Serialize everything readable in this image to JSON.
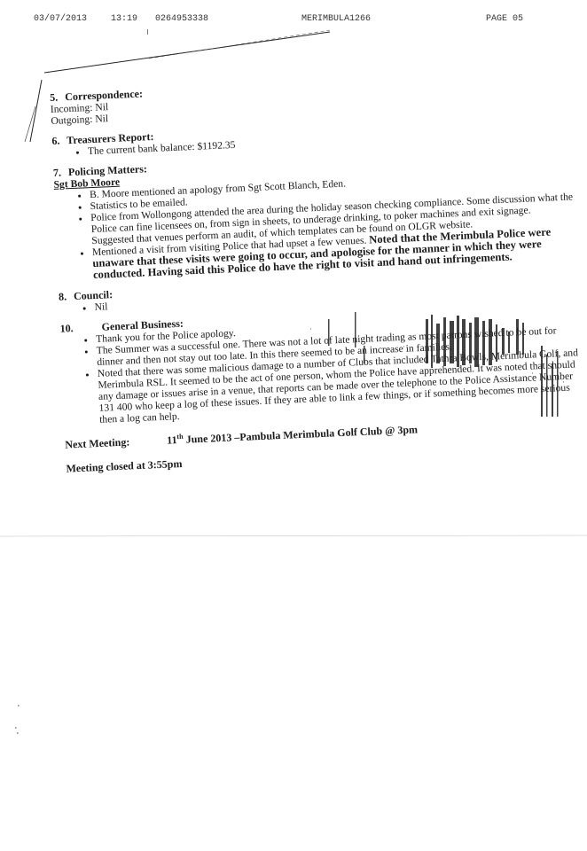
{
  "fax_header": {
    "date": "03/07/2013",
    "time": "13:19",
    "number": "0264953338",
    "station": "MERIMBULA1266",
    "page": "PAGE  05"
  },
  "sections": {
    "correspondence": {
      "number": "5.",
      "title": "Correspondence:",
      "incoming": "Incoming: Nil",
      "outgoing": "Outgoing: Nil"
    },
    "treasurer": {
      "number": "6.",
      "title": "Treasurers Report:",
      "items": [
        "The current bank balance: $1192.35"
      ]
    },
    "policing": {
      "number": "7.",
      "title": "Policing Matters:",
      "speaker": "Sgt Bob Moore",
      "items": [
        "B. Moore mentioned an apology from Sgt Scott Blanch, Eden.",
        "Statistics to be emailed.",
        "Police from Wollongong attended the area during the holiday season checking compliance. Some discussion what the Police can fine licensees on, from sign in sheets, to underage drinking, to poker machines and exit signage. Suggested that venues perform an audit, of which templates can be found on OLGR website.",
        "Mentioned a visit from visiting Police that had upset a few venues."
      ],
      "item4_tail": "Noted that the Merimbula Police were unaware that these visits were going to occur, and apologise for the manner in which they were conducted. Having said this Police do have the right to visit and hand out infringements."
    },
    "council": {
      "number": "8.",
      "title": "Council:",
      "items": [
        "Nil"
      ]
    },
    "general": {
      "number": "10.",
      "title": "General Business:",
      "items": [
        "Thank you for the Police apology.",
        "The Summer was a successful one. There was not a lot of late night trading as most patrons wished to be out for dinner and then not stay out too late. In this there seemed to be an increase in families.",
        "Noted that there was some malicious damage to a number of Clubs that included Tathra Bowls, Merimbula Golf, and Merimbula RSL. It seemed to be the act of one person, whom the Police have apprehended. It was noted that should any damage or issues arise in a venue, that reports can be made over the telephone to the Police Assistance Number 131 400 who keep a log of these issues. If they are able to link a few things, or if something becomes more serious then a log can help."
      ]
    }
  },
  "next_meeting": {
    "label": "Next Meeting:",
    "day": "11",
    "suffix": "th",
    "detail": " June 2013 –Pambula Merimbula Golf Club  @ 3pm"
  },
  "meeting_closed": "Meeting closed at 3:55pm"
}
